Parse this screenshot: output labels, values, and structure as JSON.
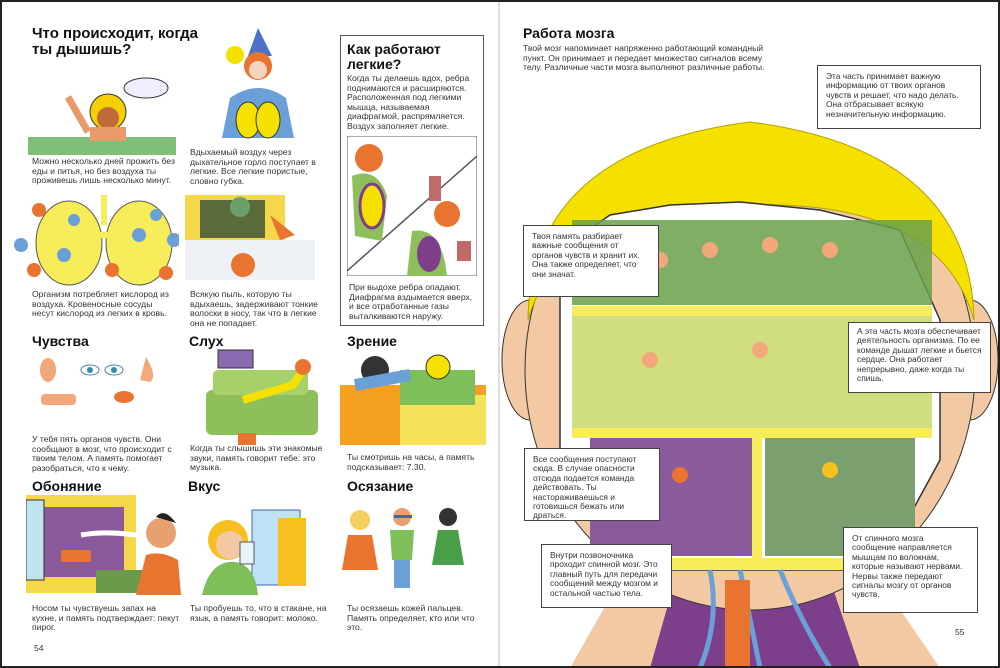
{
  "left_page": {
    "title": "Что происходит, когда ты дышишь?",
    "breathing": [
      {
        "caption": "Можно несколько дней прожить без еды и питья, но без воздуха ты проживешь лишь несколько минут."
      },
      {
        "caption": "Вдыхаемый воздух через дыхательное горло поступает в легкие. Все легкие пористые, словно губка."
      },
      {
        "caption": "Организм потребляет кислород из воздуха. Кровеносные сосуды несут кислород из легких в кровь."
      },
      {
        "caption": "Всякую пыль, которую ты вдыхаешь, задерживают тонкие волоски в носу, так что в легкие она не попадает."
      }
    ],
    "lungs_box": {
      "title": "Как работают легкие?",
      "text": "Когда ты делаешь вдох, ребра поднимаются и расширяются. Расположенная под легкими мышца, называемая диафрагмой, распрямляется. Воздух заполняет легкие.",
      "caption": "При выдохе ребра опадают. Диафрагма вздымается вверх, и все отработанные газы выталкиваются наружу."
    },
    "senses": [
      {
        "title": "Чувства",
        "caption": "У тебя пять органов чувств. Они сообщают в мозг, что происходит с твоим телом. А память помогает разобраться, что к чему."
      },
      {
        "title": "Слух",
        "caption": "Когда ты слышишь эти знакомые звуки, память говорит тебе: это музыка."
      },
      {
        "title": "Зрение",
        "caption": "Ты смотришь на часы, а память подсказывает: 7.30."
      },
      {
        "title": "Обоняние",
        "caption": "Носом ты чувствуешь запах на кухне, и память подтверждает: пекут пирог."
      },
      {
        "title": "Вкус",
        "caption": "Ты пробуешь то, что в стакане, на язык, а память говорит: молоко."
      },
      {
        "title": "Осязание",
        "caption": "Ты осязаешь кожей пальцев. Память определяет, кто или что это."
      }
    ],
    "page_number": "54"
  },
  "right_page": {
    "title": "Работа мозга",
    "intro": "Твой мозг напоминает напряженно работающий командный пункт. Он принимает и передает множество сигналов всему телу. Различные части мозга выполняют различные работы.",
    "callouts": {
      "cortex": "Эта часть принимает важную информацию от твоих органов чувств и решает, что надо делать. Она отбрасывает всякую незначительную информацию.",
      "memory": "Твоя память разбирает важные сообщения от органов чувств и хранит их. Она также определяет, что они значат.",
      "brainstem": "А эта часть мозга обеспечивает деятельность организма. По ее команде дышат легкие и бьется сердце. Она работает непрерывно, даже когда ты спишь.",
      "alarm": "Все сообщения поступают сюда. В случае опасности отсюда подается команда действовать. Ты настораживаешься и готовишься бежать или драться.",
      "spinal_cord": "Внутри позвоночника проходит спинной мозг. Это главный путь для передачи сообщений между мозгом и остальной частью тела.",
      "nerves": "От спинного мозга сообщение направляется мышцам по волокнам, которые называют нервами. Нервы также передают сигналы мозгу от органов чувств."
    },
    "page_number": "55"
  },
  "colors": {
    "hair": "#f5e100",
    "skin": "#f2c9a2",
    "frame": "#f7ec5a",
    "purple": "#7d3f8c",
    "green": "#8fbf5a",
    "orange": "#e8742f",
    "blue": "#6a9fd8"
  }
}
